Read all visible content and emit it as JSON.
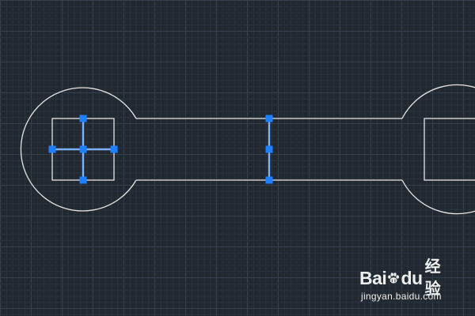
{
  "canvas": {
    "background": "#212830",
    "grid_minor_color": "#2a323c",
    "grid_major_color": "#35404c",
    "outline_color": "#e6e6e6",
    "selection_color": "#1e7fff",
    "selection_line_color": "#7fb0ff"
  },
  "drawing": {
    "entities": [
      {
        "name": "left-circle",
        "kind": "arc",
        "selected": false
      },
      {
        "name": "left-square",
        "kind": "rectangle",
        "selected": false
      },
      {
        "name": "handle-bar",
        "kind": "polyline",
        "selected": false
      },
      {
        "name": "right-circle",
        "kind": "arc",
        "selected": false
      },
      {
        "name": "right-square",
        "kind": "rectangle",
        "selected": false
      },
      {
        "name": "cross-horizontal-line",
        "kind": "line",
        "selected": true,
        "grips": 3
      },
      {
        "name": "cross-vertical-line",
        "kind": "line",
        "selected": true,
        "grips": 3
      },
      {
        "name": "middle-vertical-line",
        "kind": "line",
        "selected": true,
        "grips": 3
      }
    ]
  },
  "watermark": {
    "brand_left": "Bai",
    "brand_right": "du",
    "brand_cn": "经验",
    "domain": "jingyan.baidu.com",
    "icon": "paw-icon"
  }
}
